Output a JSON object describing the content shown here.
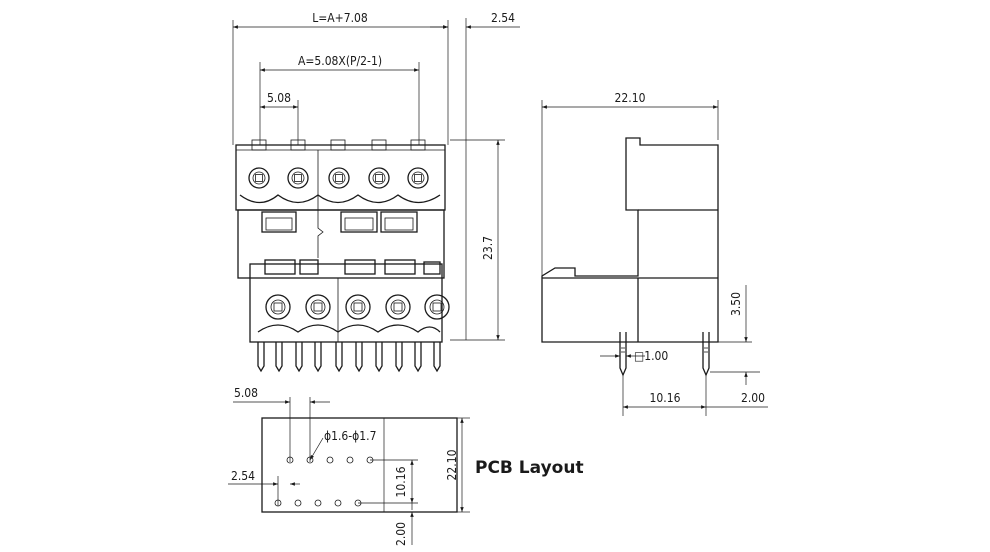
{
  "front_view": {
    "length_label": "L=A+7.08",
    "span_label": "A=5.08X(P/2-1)",
    "pitch_label": "5.08",
    "offset_label": "2.54",
    "height_label": "23.7"
  },
  "side_view": {
    "width_label": "22.10",
    "pin_height_label": "3.50",
    "pin_size_label": "□1.00",
    "pin_spacing_label": "10.16",
    "pin_length_label": "2.00"
  },
  "pcb_layout": {
    "title": "PCB Layout",
    "pitch_label": "5.08",
    "hole_label": "ϕ1.6-ϕ1.7",
    "offset_label": "2.54",
    "row_spacing_label": "10.16",
    "width_label": "22.10",
    "edge_label": "2.00"
  }
}
